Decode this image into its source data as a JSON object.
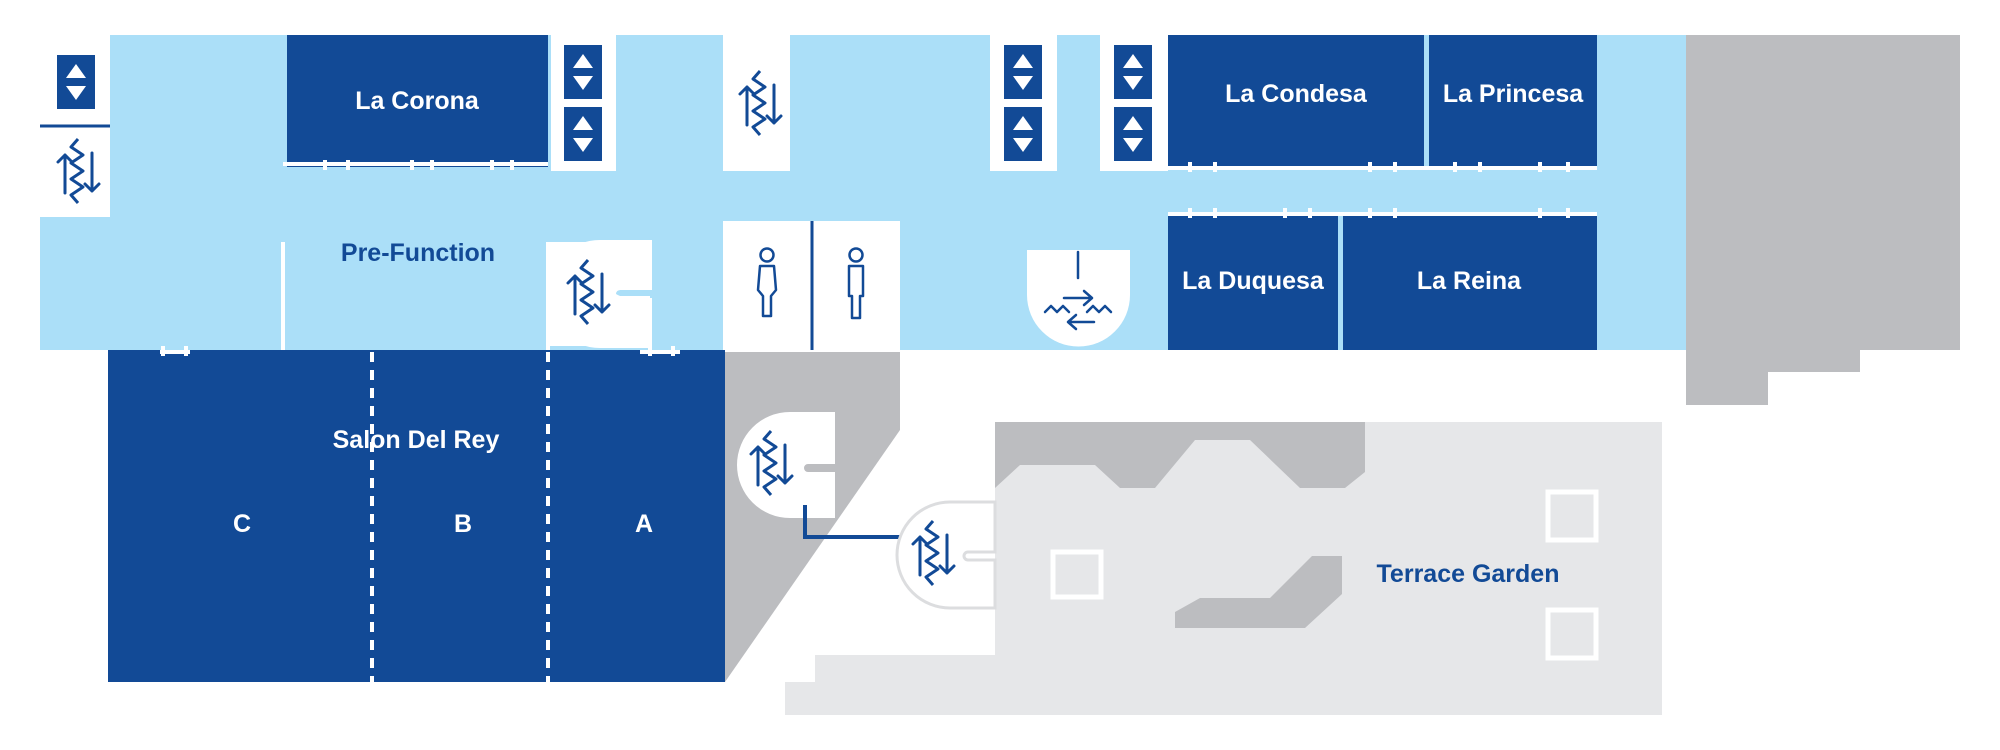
{
  "map": {
    "colors": {
      "corridor": "#abdff8",
      "room": "#124a96",
      "room_text": "#ffffff",
      "area_text": "#124a96",
      "service": "#bcbdc0",
      "terrace": "#e6e7e9",
      "icon_bg": "#ffffff"
    },
    "rooms": {
      "la_corona": "La Corona",
      "la_condesa": "La Condesa",
      "la_princesa": "La Princesa",
      "la_duquesa": "La Duquesa",
      "la_reina": "La Reina",
      "salon_del_rey": "Salon Del Rey",
      "salon_c": "C",
      "salon_b": "B",
      "salon_a": "A"
    },
    "areas": {
      "pre_function": "Pre-Function",
      "terrace_garden": "Terrace Garden"
    },
    "icons": [
      "elevator-icon",
      "stairs-icon",
      "escalator-icon",
      "womens-restroom-icon",
      "mens-restroom-icon",
      "water-fountain-icon"
    ]
  }
}
